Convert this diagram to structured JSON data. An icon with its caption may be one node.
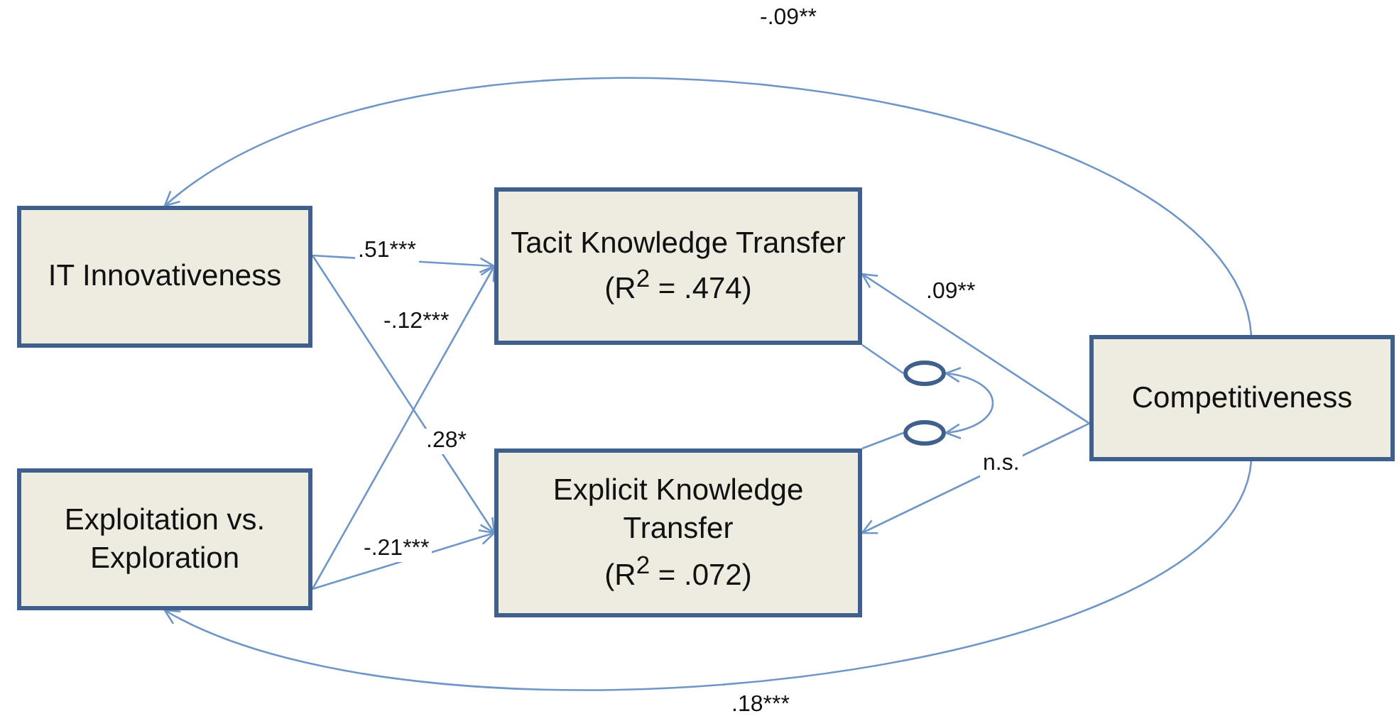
{
  "diagram": {
    "nodes": [
      {
        "text": [
          "IT Innovativeness"
        ]
      },
      {
        "text": [
          "Tacit Knowledge Transfer",
          "(R$^{2}$ = .474)"
        ]
      },
      {
        "text": [
          "Exploitation vs. Exploration"
        ]
      },
      {
        "text": [
          "Explicit Knowledge Transfer",
          "(R$^{2}$ = .072)"
        ]
      },
      {
        "text": [
          "Competitiveness"
        ]
      },
      {
        "text": [],
        "shape": "circle"
      },
      {
        "text": [],
        "shape": "circle"
      }
    ],
    "edges": [
      {
        "from": 0,
        "to": 1,
        "arrow": "to",
        "label": ".51***"
      },
      {
        "from": 2,
        "to": 1,
        "arrow": "to",
        "label": "-.12***"
      },
      {
        "from": 0,
        "to": 3,
        "arrow": "to",
        "label": ".28*"
      },
      {
        "from": 2,
        "to": 3,
        "arrow": "to",
        "label": "-.21***"
      },
      {
        "from": 4,
        "to": 1,
        "arrow": "to",
        "label": ".09**"
      },
      {
        "from": 4,
        "to": 3,
        "arrow": "to",
        "label": "n.s."
      },
      {
        "from": 4,
        "to": 0,
        "arrow": "to",
        "label": "-.09**"
      },
      {
        "from": 4,
        "to": 2,
        "arrow": "to",
        "label": ".18***"
      },
      {
        "from": 5,
        "to": 1,
        "arrow": "none"
      },
      {
        "from": 6,
        "to": 3,
        "arrow": "none"
      },
      {
        "from": 5,
        "to": 6,
        "arrow": "both"
      }
    ]
  }
}
